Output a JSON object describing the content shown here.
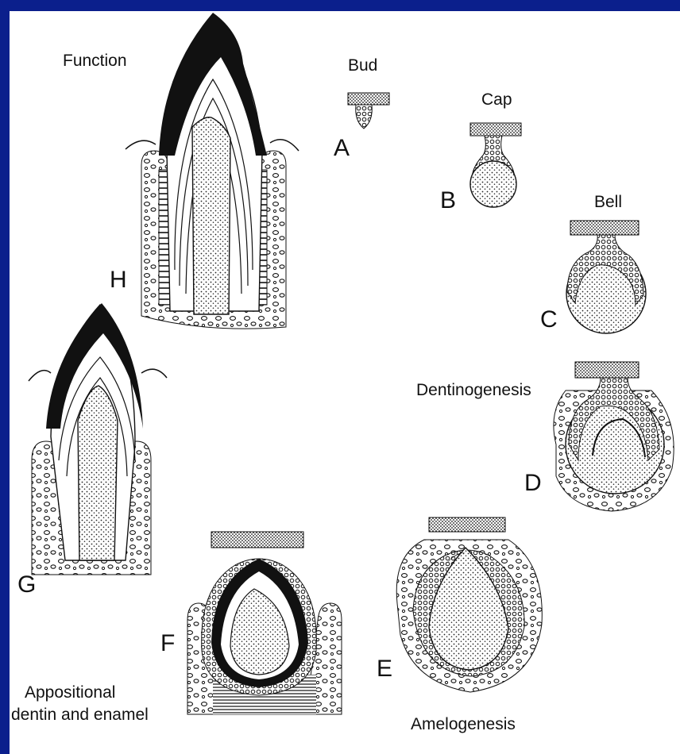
{
  "stages": {
    "A": {
      "letter": "A",
      "label": "Bud"
    },
    "B": {
      "letter": "B",
      "label": "Cap"
    },
    "C": {
      "letter": "C",
      "label": "Bell"
    },
    "D": {
      "letter": "D",
      "label": "Dentinogenesis"
    },
    "E": {
      "letter": "E",
      "label": "Amelogenesis"
    },
    "F": {
      "letter": "F",
      "label_line1": "Appositional",
      "label_line2": "dentin and enamel"
    },
    "G": {
      "letter": "G"
    },
    "H": {
      "letter": "H",
      "label": "Function"
    }
  },
  "colors": {
    "slide_background": "#0b1f8c",
    "panel": "#ffffff",
    "ink": "#111111"
  }
}
